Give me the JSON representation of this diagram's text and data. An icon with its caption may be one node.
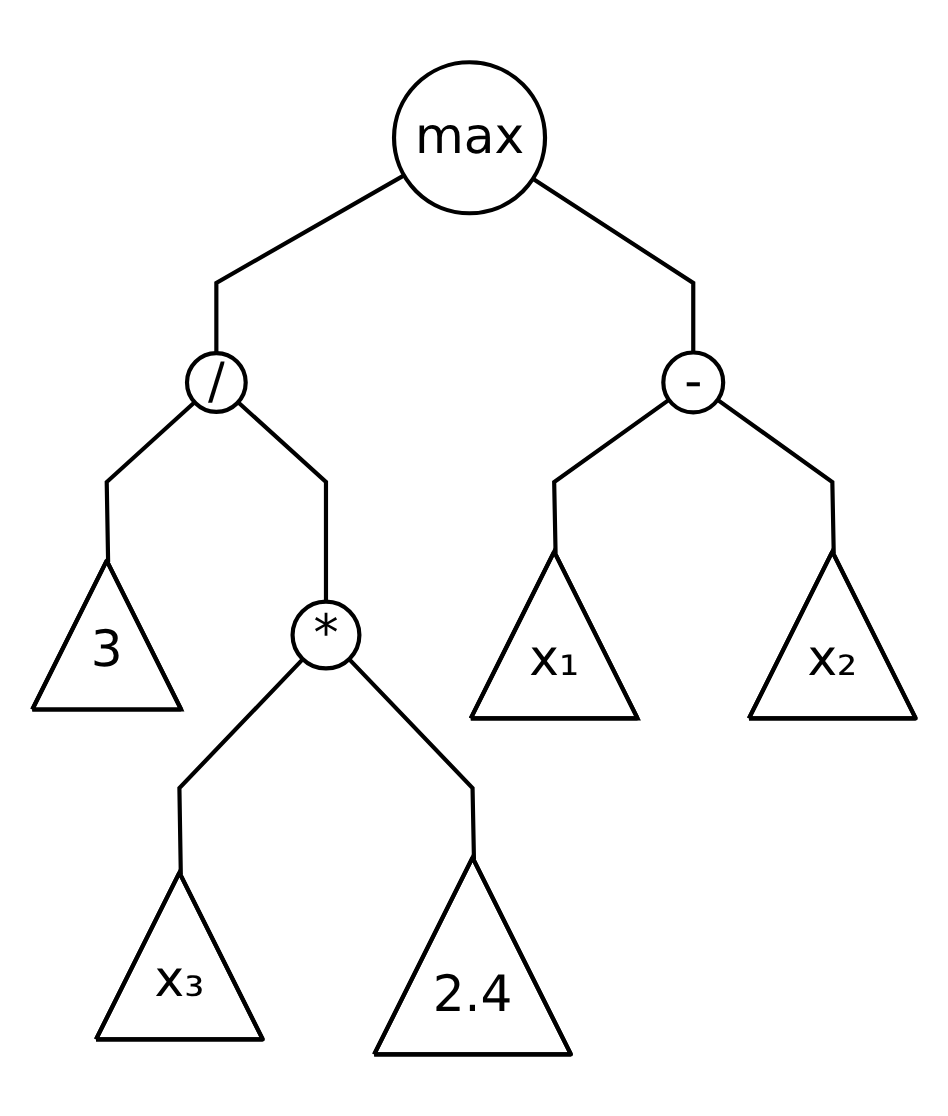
{
  "diagram": {
    "nodes": [
      {
        "text": [
          "max"
        ]
      },
      {
        "text": [
          "/"
        ]
      },
      {
        "text": [
          "-"
        ]
      },
      {
        "text": [
          "3"
        ]
      },
      {
        "text": [
          "*"
        ]
      },
      {
        "text": [
          "x₁"
        ]
      },
      {
        "text": [
          "x₂"
        ]
      },
      {
        "text": [
          "x₃"
        ]
      },
      {
        "text": [
          "2.4"
        ]
      }
    ],
    "edges": [
      {
        "from": 0,
        "to": 1,
        "arrow": "none"
      },
      {
        "from": 0,
        "to": 2,
        "arrow": "none"
      },
      {
        "from": 1,
        "to": 3,
        "arrow": "none"
      },
      {
        "from": 1,
        "to": 4,
        "arrow": "none"
      },
      {
        "from": 2,
        "to": 5,
        "arrow": "none"
      },
      {
        "from": 2,
        "to": 6,
        "arrow": "none"
      },
      {
        "from": 4,
        "to": 7,
        "arrow": "none"
      },
      {
        "from": 4,
        "to": 8,
        "arrow": "none"
      }
    ]
  }
}
